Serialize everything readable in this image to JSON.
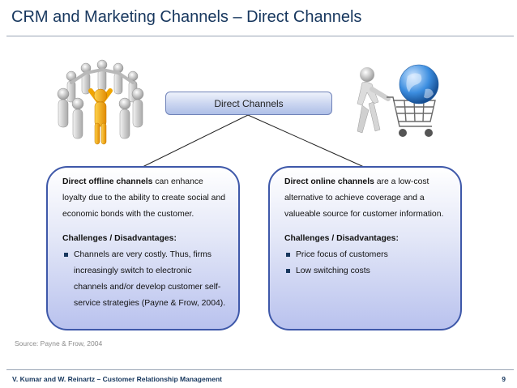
{
  "slide": {
    "title": "CRM and Marketing Channels – Direct Channels",
    "source": "Source: Payne & Frow, 2004",
    "footer": "V. Kumar and W. Reinartz – Customer Relationship Management",
    "page_number": "9"
  },
  "diagram": {
    "root_label": "Direct Channels",
    "left": {
      "lead_bold": "Direct offline channels",
      "lead_rest": " can enhance loyalty due to the ability to create social and economic bonds with the customer.",
      "challenges_title": "Challenges / Disadvantages:",
      "bullets": [
        "Channels are very costly. Thus, firms increasingly switch to electronic channels and/or develop customer self-service strategies (Payne & Frow, 2004)."
      ]
    },
    "right": {
      "lead_bold": "Direct online channels",
      "lead_rest": " are a low-cost alternative to achieve coverage and a valueable source for customer information.",
      "challenges_title": "Challenges / Disadvantages:",
      "bullets": [
        "Price focus of customers",
        "Low switching costs"
      ]
    }
  },
  "icons": {
    "left_illustration": "people-circle-icon",
    "right_illustration": "shopping-cart-globe-icon"
  },
  "colors": {
    "title": "#17375e",
    "card_border": "#3e58a9",
    "card_fill": "#b9c2ee",
    "root_fill": "#c9d4f0"
  }
}
